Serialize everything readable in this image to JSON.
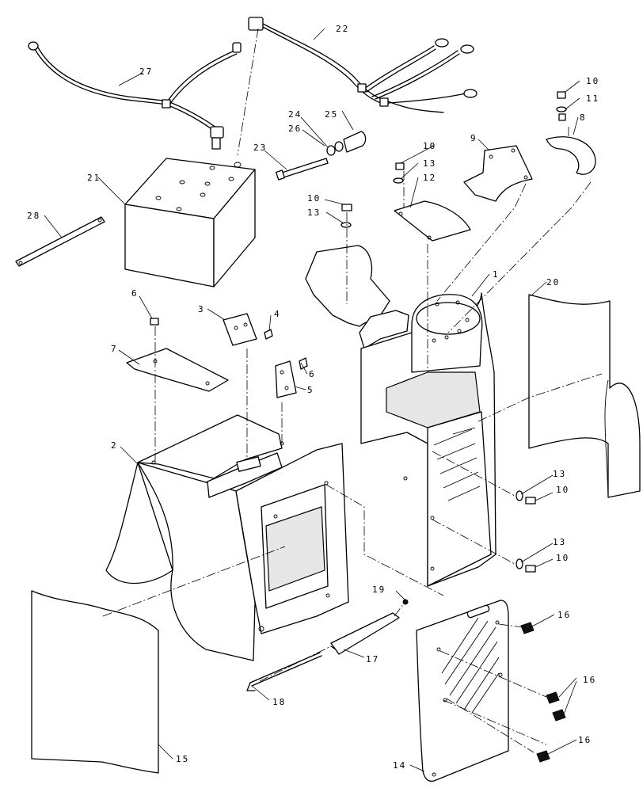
{
  "diagram": {
    "callouts": {
      "c1": "1",
      "c2": "2",
      "c3": "3",
      "c4": "4",
      "c5": "5",
      "c6a": "6",
      "c6b": "6",
      "c7": "7",
      "c8": "8",
      "c9": "9",
      "c10a": "10",
      "c10b": "10",
      "c10c": "10",
      "c10d": "10",
      "c10e": "10",
      "c11": "11",
      "c12": "12",
      "c13a": "13",
      "c13b": "13",
      "c13c": "13",
      "c13d": "13",
      "c14": "14",
      "c15": "15",
      "c16a": "16",
      "c16b": "16",
      "c16c": "16",
      "c17": "17",
      "c18": "18",
      "c19": "19",
      "c20": "20",
      "c21": "21",
      "c22": "22",
      "c23": "23",
      "c24": "24",
      "c25": "25",
      "c26": "26",
      "c27": "27",
      "c28": "28"
    }
  }
}
